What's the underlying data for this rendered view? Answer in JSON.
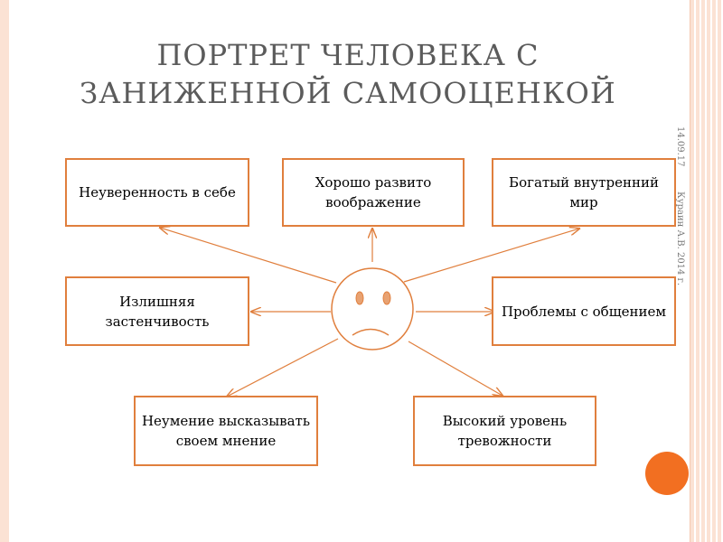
{
  "title": {
    "line1": "ПОРТРЕТ ЧЕЛОВЕКА С",
    "line2": "ЗАНИЖЕННОЙ САМООЦЕНКОЙ"
  },
  "side": {
    "date": "14.09.17",
    "author": "Кураин А.В. 2014 г."
  },
  "center": {
    "icon": "sad-face-icon"
  },
  "boxes": {
    "insecurity": "Неуверенность в себе",
    "imagination": "Хорошо развито воображение",
    "inner_world": "Богатый внутренний мир",
    "shyness": "Излишняя застенчивость",
    "communication": "Проблемы с общением",
    "expression": "Неумение высказывать своем мнение",
    "anxiety": "Высокий уровень тревожности"
  },
  "colors": {
    "accent": "#e07f3d",
    "frame": "#fbe2d4",
    "dot": "#f26f21",
    "title": "#5b5b5b"
  }
}
